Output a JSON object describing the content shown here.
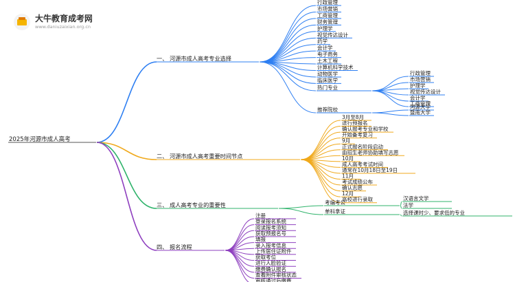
{
  "logo": {
    "name": "大牛教育成考网",
    "url": "www.daniuzaixian.org.cn"
  },
  "root": "2025年河源市成人高考",
  "colors": {
    "s1": "#2e7ff2",
    "s2": "#f0a91c",
    "s3": "#2fb36b",
    "s4": "#8e3fbf"
  },
  "sections": [
    {
      "label": "一、 河源市成人高考专业选择",
      "items": [
        "行政管理",
        "市场营销",
        "工商管理",
        "财务管理",
        "护理学",
        "视觉传达设计",
        "药学",
        "会计学",
        "电子商务",
        "土木工程",
        "计算机科学技术",
        "动物医学",
        "临床医学"
      ],
      "groups": [
        {
          "label": "热门专业",
          "items": [
            "行政管理",
            "市场营销",
            "护理学",
            "视觉传达设计",
            "会计学",
            "工商管理"
          ]
        },
        {
          "label": "推荐院校",
          "items": [
            "河源大学",
            "暨南大学"
          ]
        }
      ]
    },
    {
      "label": "二、 河源市成人高考重要时间节点",
      "items": [
        "3月至8月",
        "进行预报名",
        "确认报考专业和学校",
        "开始备考复习",
        "9月",
        "正式报名阶段启动",
        "由招生老师协助填写志愿",
        "10月",
        "成人高考考试时间",
        "通常在10月18日至19日",
        "11月",
        "考试成绩公布",
        "确认志愿",
        "12月",
        "高校进行录取"
      ]
    },
    {
      "label": "三、 成人高考专业的重要性",
      "groups": [
        {
          "label": "考编考公",
          "items": [
            "汉语言文学",
            "法学"
          ]
        },
        {
          "label": "单科拿证",
          "items": [
            "选择课时少、要求低的专业"
          ]
        }
      ]
    },
    {
      "label": "四、 报名流程",
      "items": [
        "注册",
        "登录报名系统",
        "阅读报考须知",
        "获取预报名号",
        "填报",
        "录入报考信息",
        "上传居住证附件",
        "获取考位",
        "进行人脸验证",
        "缴费确认报名",
        "查看附件审核状态",
        "审核通过后缴费"
      ]
    }
  ]
}
